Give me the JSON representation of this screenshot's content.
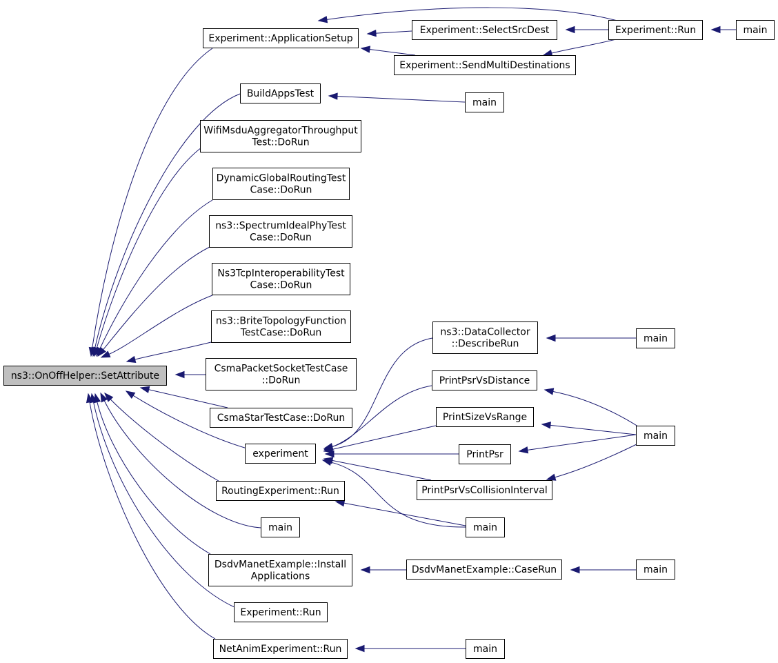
{
  "diagram": {
    "nodes": [
      {
        "id": "root",
        "lines": [
          "ns3::OnOffHelper::SetAttribute"
        ],
        "highlight": true
      },
      {
        "id": "app_setup",
        "lines": [
          "Experiment::ApplicationSetup"
        ]
      },
      {
        "id": "select_src",
        "lines": [
          "Experiment::SelectSrcDest"
        ]
      },
      {
        "id": "send_multi",
        "lines": [
          "Experiment::SendMultiDestinations"
        ]
      },
      {
        "id": "exp_run_top",
        "lines": [
          "Experiment::Run"
        ]
      },
      {
        "id": "main_top",
        "lines": [
          "main"
        ]
      },
      {
        "id": "build_apps",
        "lines": [
          "BuildAppsTest"
        ]
      },
      {
        "id": "main_build",
        "lines": [
          "main"
        ]
      },
      {
        "id": "wifi_msdu",
        "lines": [
          "WifiMsduAggregatorThroughput",
          "Test::DoRun"
        ]
      },
      {
        "id": "dyn_global",
        "lines": [
          "DynamicGlobalRoutingTest",
          "Case::DoRun"
        ]
      },
      {
        "id": "spectrum",
        "lines": [
          "ns3::SpectrumIdealPhyTest",
          "Case::DoRun"
        ]
      },
      {
        "id": "ns3tcp",
        "lines": [
          "Ns3TcpInteroperabilityTest",
          "Case::DoRun"
        ]
      },
      {
        "id": "brite",
        "lines": [
          "ns3::BriteTopologyFunction",
          "TestCase::DoRun"
        ]
      },
      {
        "id": "csma_packet",
        "lines": [
          "CsmaPacketSocketTestCase",
          "::DoRun"
        ]
      },
      {
        "id": "csma_star",
        "lines": [
          "CsmaStarTestCase::DoRun"
        ]
      },
      {
        "id": "experiment",
        "lines": [
          "experiment"
        ]
      },
      {
        "id": "routing_exp",
        "lines": [
          "RoutingExperiment::Run"
        ]
      },
      {
        "id": "main_plain",
        "lines": [
          "main"
        ]
      },
      {
        "id": "dsdv_install",
        "lines": [
          "DsdvManetExample::Install",
          "Applications"
        ]
      },
      {
        "id": "exp_run_low",
        "lines": [
          "Experiment::Run"
        ]
      },
      {
        "id": "netanim",
        "lines": [
          "NetAnimExperiment::Run"
        ]
      },
      {
        "id": "data_collector",
        "lines": [
          "ns3::DataCollector",
          "::DescribeRun"
        ]
      },
      {
        "id": "main_dc",
        "lines": [
          "main"
        ]
      },
      {
        "id": "psr_dist",
        "lines": [
          "PrintPsrVsDistance"
        ]
      },
      {
        "id": "size_range",
        "lines": [
          "PrintSizeVsRange"
        ]
      },
      {
        "id": "print_psr",
        "lines": [
          "PrintPsr"
        ]
      },
      {
        "id": "psr_coll",
        "lines": [
          "PrintPsrVsCollisionInterval"
        ]
      },
      {
        "id": "main_psr",
        "lines": [
          "main"
        ]
      },
      {
        "id": "main_route",
        "lines": [
          "main"
        ]
      },
      {
        "id": "case_run",
        "lines": [
          "DsdvManetExample::CaseRun"
        ]
      },
      {
        "id": "main_case",
        "lines": [
          "main"
        ]
      },
      {
        "id": "main_net",
        "lines": [
          "main"
        ]
      }
    ],
    "edges": [
      {
        "from": "app_setup",
        "to": "root"
      },
      {
        "from": "build_apps",
        "to": "root"
      },
      {
        "from": "wifi_msdu",
        "to": "root"
      },
      {
        "from": "dyn_global",
        "to": "root"
      },
      {
        "from": "spectrum",
        "to": "root"
      },
      {
        "from": "ns3tcp",
        "to": "root"
      },
      {
        "from": "brite",
        "to": "root"
      },
      {
        "from": "csma_packet",
        "to": "root"
      },
      {
        "from": "csma_star",
        "to": "root"
      },
      {
        "from": "experiment",
        "to": "root"
      },
      {
        "from": "routing_exp",
        "to": "root"
      },
      {
        "from": "main_plain",
        "to": "root"
      },
      {
        "from": "dsdv_install",
        "to": "root"
      },
      {
        "from": "exp_run_low",
        "to": "root"
      },
      {
        "from": "netanim",
        "to": "root"
      },
      {
        "from": "select_src",
        "to": "app_setup"
      },
      {
        "from": "exp_run_top",
        "to": "app_setup"
      },
      {
        "from": "send_multi",
        "to": "app_setup"
      },
      {
        "from": "exp_run_top",
        "to": "select_src"
      },
      {
        "from": "exp_run_top",
        "to": "send_multi"
      },
      {
        "from": "main_top",
        "to": "exp_run_top"
      },
      {
        "from": "main_build",
        "to": "build_apps"
      },
      {
        "from": "data_collector",
        "to": "experiment"
      },
      {
        "from": "psr_dist",
        "to": "experiment"
      },
      {
        "from": "size_range",
        "to": "experiment"
      },
      {
        "from": "print_psr",
        "to": "experiment"
      },
      {
        "from": "psr_coll",
        "to": "experiment"
      },
      {
        "from": "main_route",
        "to": "experiment"
      },
      {
        "from": "main_dc",
        "to": "data_collector"
      },
      {
        "from": "main_psr",
        "to": "psr_dist"
      },
      {
        "from": "main_psr",
        "to": "size_range"
      },
      {
        "from": "main_psr",
        "to": "print_psr"
      },
      {
        "from": "main_psr",
        "to": "psr_coll"
      },
      {
        "from": "main_route",
        "to": "routing_exp"
      },
      {
        "from": "case_run",
        "to": "dsdv_install"
      },
      {
        "from": "main_case",
        "to": "case_run"
      },
      {
        "from": "main_net",
        "to": "netanim"
      }
    ]
  },
  "colors": {
    "edge": "#191970",
    "root_fill": "#bfbfbf",
    "node_fill": "#ffffff"
  }
}
